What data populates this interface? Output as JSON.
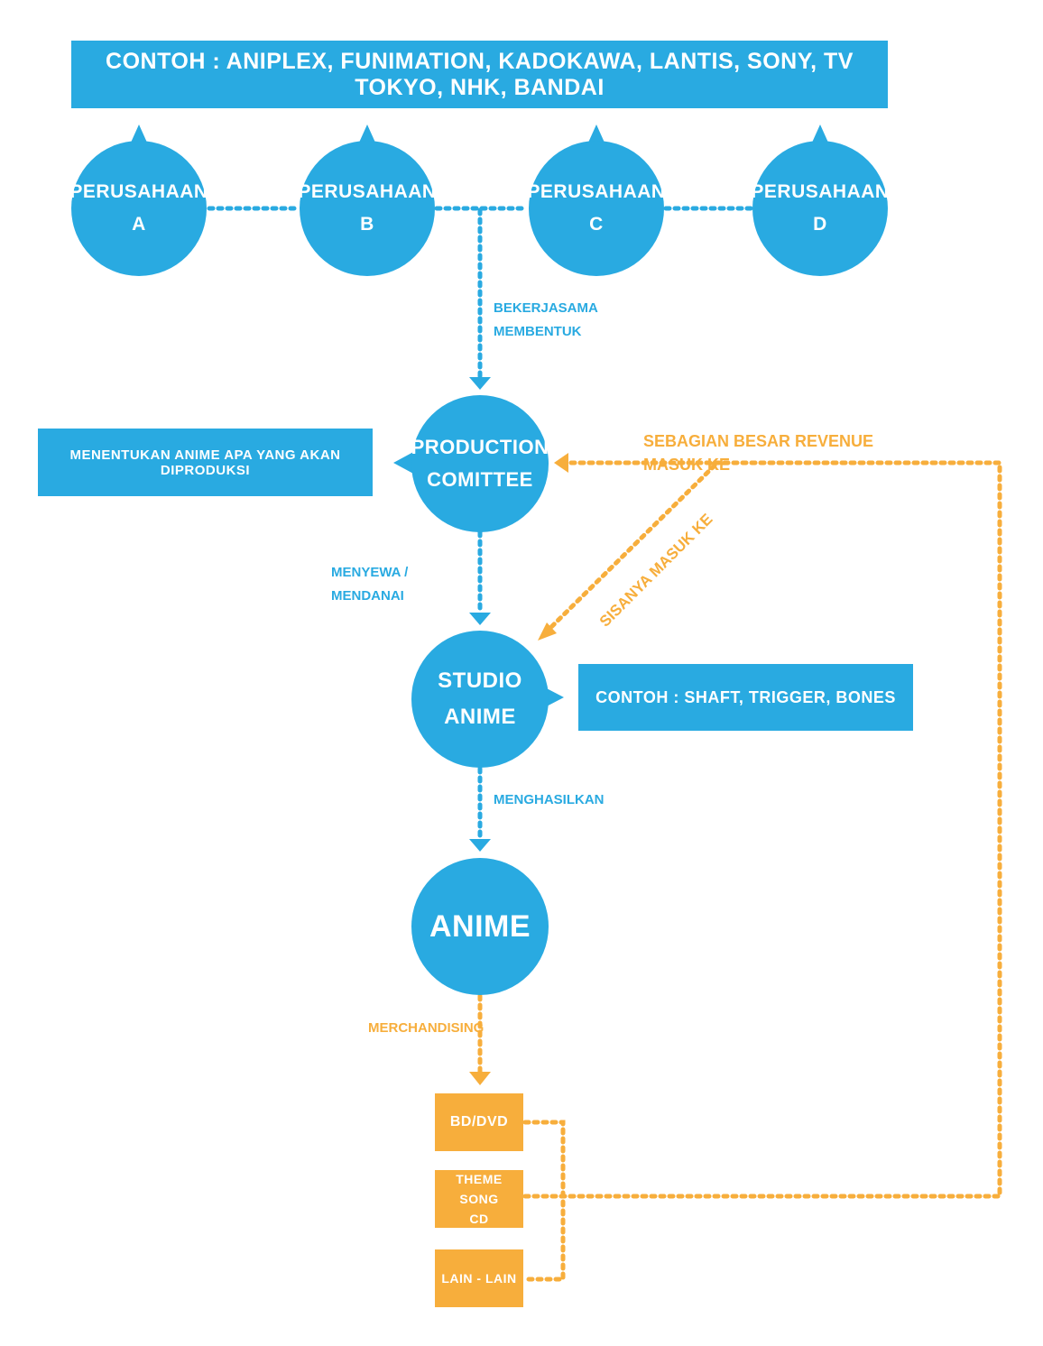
{
  "colors": {
    "blue": "#29aae1",
    "orange": "#f7ae3c",
    "white": "#ffffff"
  },
  "top_banner": "CONTOH : ANIPLEX, FUNIMATION, KADOKAWA, LANTIS, SONY, TV TOKYO, NHK, BANDAI",
  "companies": [
    {
      "line1": "PERUSAHAAN",
      "line2": "A"
    },
    {
      "line1": "PERUSAHAAN",
      "line2": "B"
    },
    {
      "line1": "PERUSAHAAN",
      "line2": "C"
    },
    {
      "line1": "PERUSAHAAN",
      "line2": "D"
    }
  ],
  "edges": {
    "form": {
      "line1": "BEKERJASAMA",
      "line2": "MEMBENTUK"
    },
    "hire": "MENYEWA / MENDANAI",
    "produce": "MENGHASILKAN",
    "merch": "MERCHANDISING",
    "revenue_main": "SEBAGIAN BESAR REVENUE MASUK KE",
    "revenue_rest": "SISANYA MASUK KE"
  },
  "production_committee": {
    "line1": "PRODUCTION",
    "line2": "COMITTEE"
  },
  "committee_note": "MENENTUKAN ANIME APA YANG AKAN DIPRODUKSI",
  "studio": {
    "line1": "STUDIO",
    "line2": "ANIME"
  },
  "studio_note": "CONTOH : SHAFT, TRIGGER, BONES",
  "anime": "ANIME",
  "merch_items": [
    {
      "line1": "BD/DVD",
      "line2": ""
    },
    {
      "line1": "THEME SONG",
      "line2": "CD"
    },
    {
      "line1": "LAIN - LAIN",
      "line2": ""
    }
  ]
}
